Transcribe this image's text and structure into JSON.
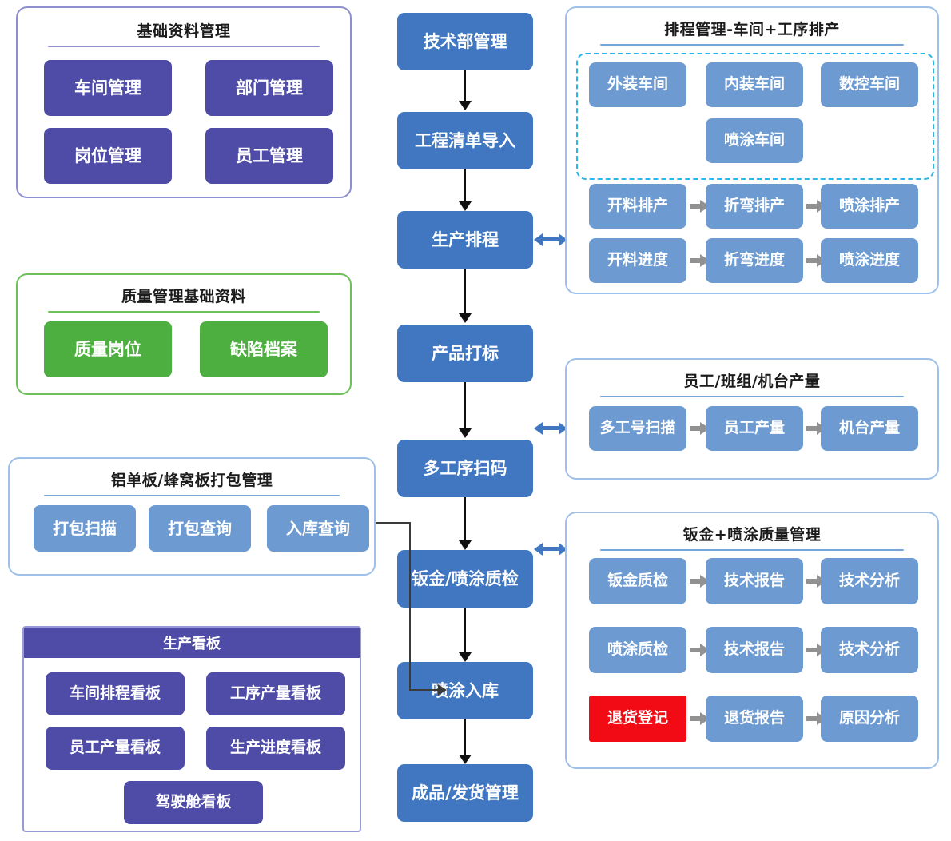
{
  "base_panel": {
    "title": "基础资料管理",
    "items": [
      {
        "label": "车间管理"
      },
      {
        "label": "部门管理"
      },
      {
        "label": "岗位管理"
      },
      {
        "label": "员工管理"
      }
    ]
  },
  "quality_base_panel": {
    "title": "质量管理基础资料",
    "items": [
      {
        "label": "质量岗位"
      },
      {
        "label": "缺陷档案"
      }
    ]
  },
  "packaging_panel": {
    "title": "铝单板/蜂窝板打包管理",
    "items": [
      {
        "label": "打包扫描"
      },
      {
        "label": "打包查询"
      },
      {
        "label": "入库查询"
      }
    ]
  },
  "board_panel": {
    "title": "生产看板",
    "items": [
      {
        "label": "车间排程看板"
      },
      {
        "label": "工序产量看板"
      },
      {
        "label": "员工产量看板"
      },
      {
        "label": "生产进度看板"
      },
      {
        "label": "驾驶舱看板"
      }
    ]
  },
  "main_flow": {
    "steps": [
      {
        "label": "技术部管理"
      },
      {
        "label": "工程清单导入"
      },
      {
        "label": "生产排程"
      },
      {
        "label": "产品打标"
      },
      {
        "label": "多工序扫码"
      },
      {
        "label": "钣金/喷涂质检"
      },
      {
        "label": "喷涂入库"
      },
      {
        "label": "成品/发货管理"
      }
    ]
  },
  "schedule_panel": {
    "title": "排程管理-车间+工序排产",
    "workshops": [
      {
        "label": "外装车间"
      },
      {
        "label": "内装车间"
      },
      {
        "label": "数控车间"
      },
      {
        "label": "喷涂车间"
      }
    ],
    "plan_row": [
      {
        "label": "开料排产"
      },
      {
        "label": "折弯排产"
      },
      {
        "label": "喷涂排产"
      }
    ],
    "progress_row": [
      {
        "label": "开料进度"
      },
      {
        "label": "折弯进度"
      },
      {
        "label": "喷涂进度"
      }
    ]
  },
  "output_panel": {
    "title": "员工/班组/机台产量",
    "row": [
      {
        "label": "多工号扫描"
      },
      {
        "label": "员工产量"
      },
      {
        "label": "机台产量"
      }
    ]
  },
  "quality_mgmt_panel": {
    "title": "钣金+喷涂质量管理",
    "rows": [
      [
        {
          "label": "钣金质检"
        },
        {
          "label": "技术报告"
        },
        {
          "label": "技术分析"
        }
      ],
      [
        {
          "label": "喷涂质检"
        },
        {
          "label": "技术报告"
        },
        {
          "label": "技术分析"
        }
      ],
      [
        {
          "label": "退货登记"
        },
        {
          "label": "退货报告"
        },
        {
          "label": "原因分析"
        }
      ]
    ]
  },
  "colors": {
    "purple": "#4e4ca6",
    "green": "#4caf3f",
    "blue": "#4177c0",
    "light_blue": "#6d9bd1",
    "red": "#f20a14",
    "dashed_cyan": "#29b6e8",
    "grey_arrow": "#919191"
  }
}
